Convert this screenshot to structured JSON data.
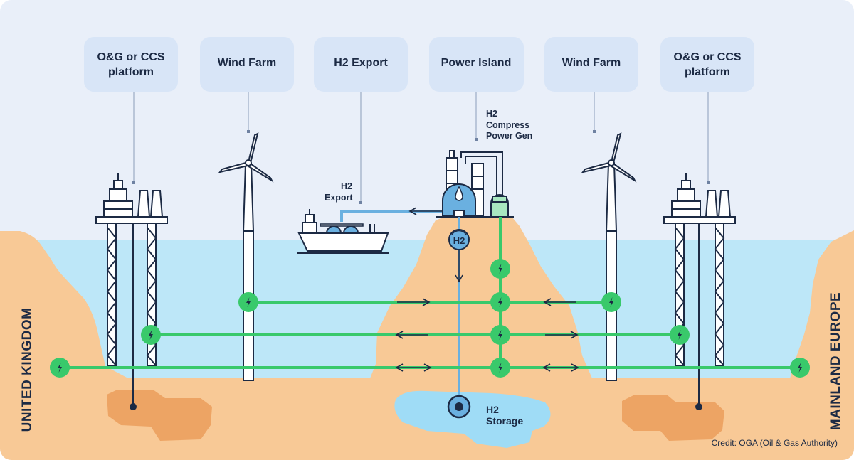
{
  "colors": {
    "sky": "#e9eff9",
    "sea": "#bde7f8",
    "land": "#f8c996",
    "rock": "#eda464",
    "box": "#d8e5f7",
    "outline": "#1c2a44",
    "green": "#39c96b",
    "pipe": "#6ab0e0",
    "storage": "#9fdcf6"
  },
  "top_boxes": [
    {
      "line1": "O&G or CCS",
      "line2": "platform"
    },
    {
      "line1": "Wind Farm",
      "line2": ""
    },
    {
      "line1": "H2 Export",
      "line2": ""
    },
    {
      "line1": "Power Island",
      "line2": ""
    },
    {
      "line1": "Wind Farm",
      "line2": ""
    },
    {
      "line1": "O&G or CCS",
      "line2": "platform"
    }
  ],
  "power_island_note": {
    "line1": "H2",
    "line2": "Compress",
    "line3": "Power Gen"
  },
  "ship_note": {
    "line1": "H2",
    "line2": "Export"
  },
  "storage_label": {
    "line1": "H2",
    "line2": "Storage"
  },
  "hub_symbol": "H2",
  "left_region": "UNITED KINGDOM",
  "right_region": "MAINLAND EUROPE",
  "credit": "Credit: OGA (Oil & Gas Authority)"
}
